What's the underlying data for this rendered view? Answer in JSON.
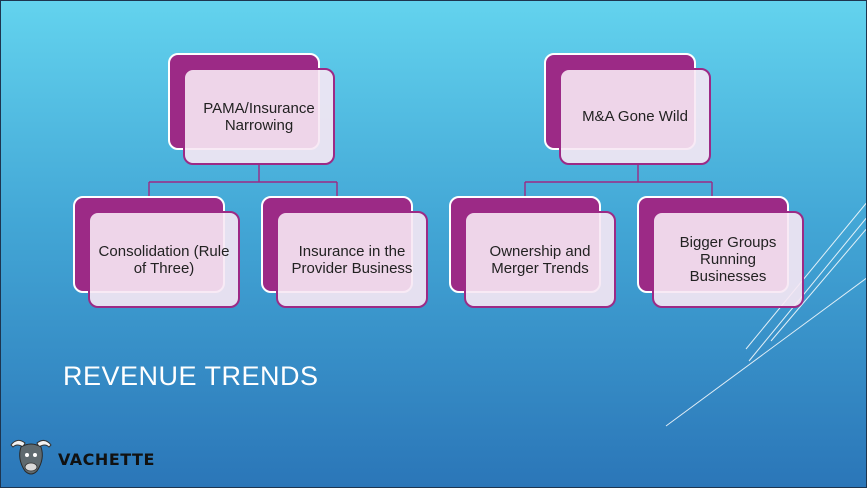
{
  "slide": {
    "title": "REVENUE TRENDS",
    "logo_text": "VACHETTE"
  },
  "diagram": {
    "left": {
      "root": "PAMA/Insurance Narrowing",
      "children": [
        "Consolidation (Rule of Three)",
        "Insurance in the Provider Business"
      ]
    },
    "right": {
      "root": "M&A Gone Wild",
      "children": [
        "Ownership and Merger Trends",
        "Bigger Groups Running Businesses"
      ]
    }
  },
  "colors": {
    "node_back": "#9c2a86",
    "node_front": "#f7e8f4",
    "connector": "#9c2a86",
    "background_top": "#63d3ee",
    "background_bottom": "#2b76b8"
  }
}
